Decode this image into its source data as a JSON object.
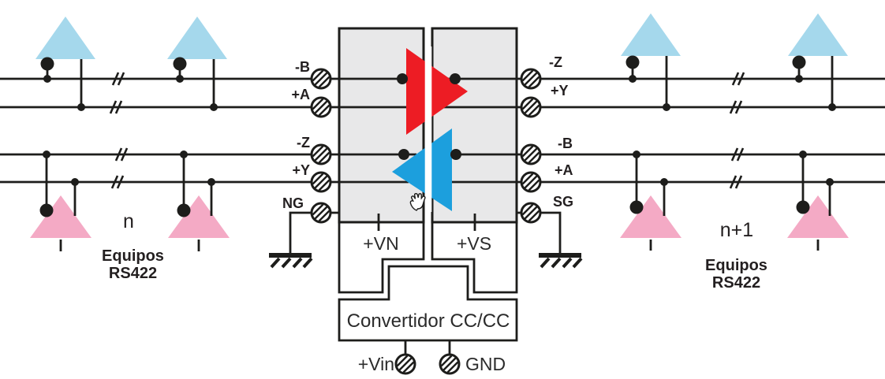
{
  "diagram": {
    "bus_labels_left": [
      "-B",
      "+A",
      "-Z",
      "+Y",
      "NG"
    ],
    "bus_labels_right": [
      "-Z",
      "+Y",
      "-B",
      "+A",
      "SG"
    ],
    "segment_left": {
      "index": "n",
      "caption": "Equipos\nRS422"
    },
    "segment_right": {
      "index": "n+1",
      "caption": "Equipos\nRS422"
    },
    "power": {
      "vn": "+VN",
      "vs": "+VS",
      "converter": "Convertidor CC/CC",
      "vin": "+Vin",
      "gnd": "GND"
    },
    "colors": {
      "line": "#1d1d1b",
      "box_fill": "#e8e8e9",
      "driver_red": "#ed1c24",
      "receiver_blue": "#1c9fdd",
      "equipment_blue": "#a5d8ec",
      "equipment_pink": "#f4aac5"
    },
    "icons": {
      "terminal": "screw-terminal-icon",
      "ground": "earth-ground-icon",
      "break": "bus-break-icon",
      "cursor": "hand-cursor"
    }
  }
}
